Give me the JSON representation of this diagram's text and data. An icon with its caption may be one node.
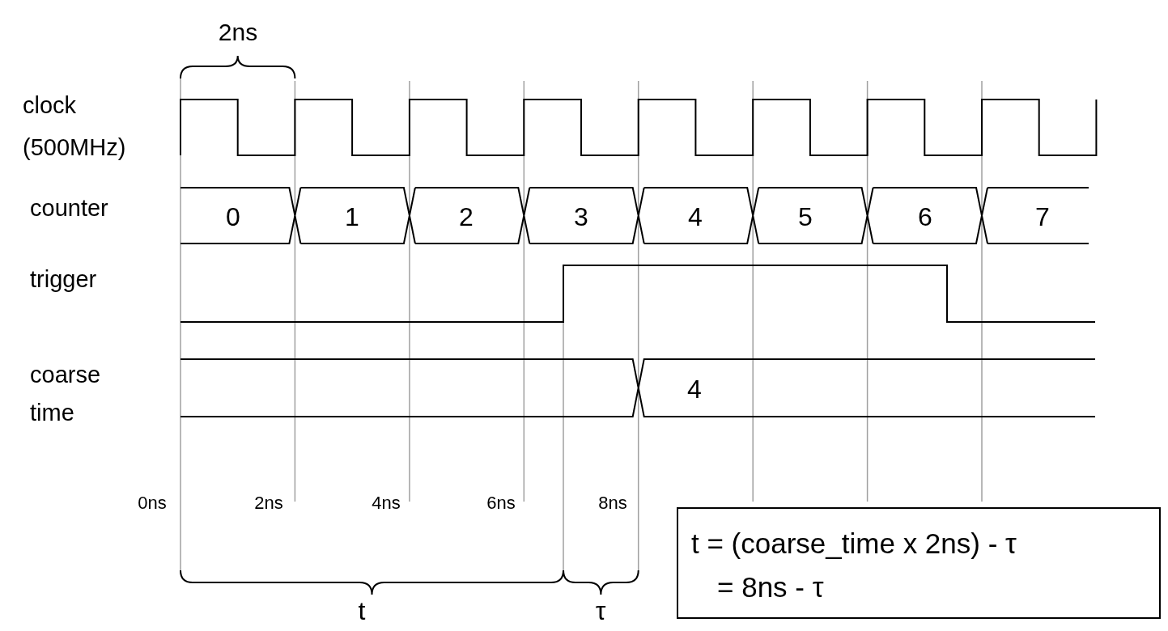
{
  "diagram": {
    "nodes": [
      {
        "text": [
          "t = (coarse_time x 2ns) - τ",
          "= 8ns - τ"
        ]
      }
    ],
    "labels": [
      "2ns",
      "clock (500MHz)",
      "counter",
      "0",
      "1",
      "2",
      "3",
      "4",
      "5",
      "6",
      "7",
      "trigger",
      "coarse time",
      "4",
      "0ns",
      "2ns",
      "4ns",
      "6ns",
      "8ns",
      "t",
      "τ"
    ]
  }
}
